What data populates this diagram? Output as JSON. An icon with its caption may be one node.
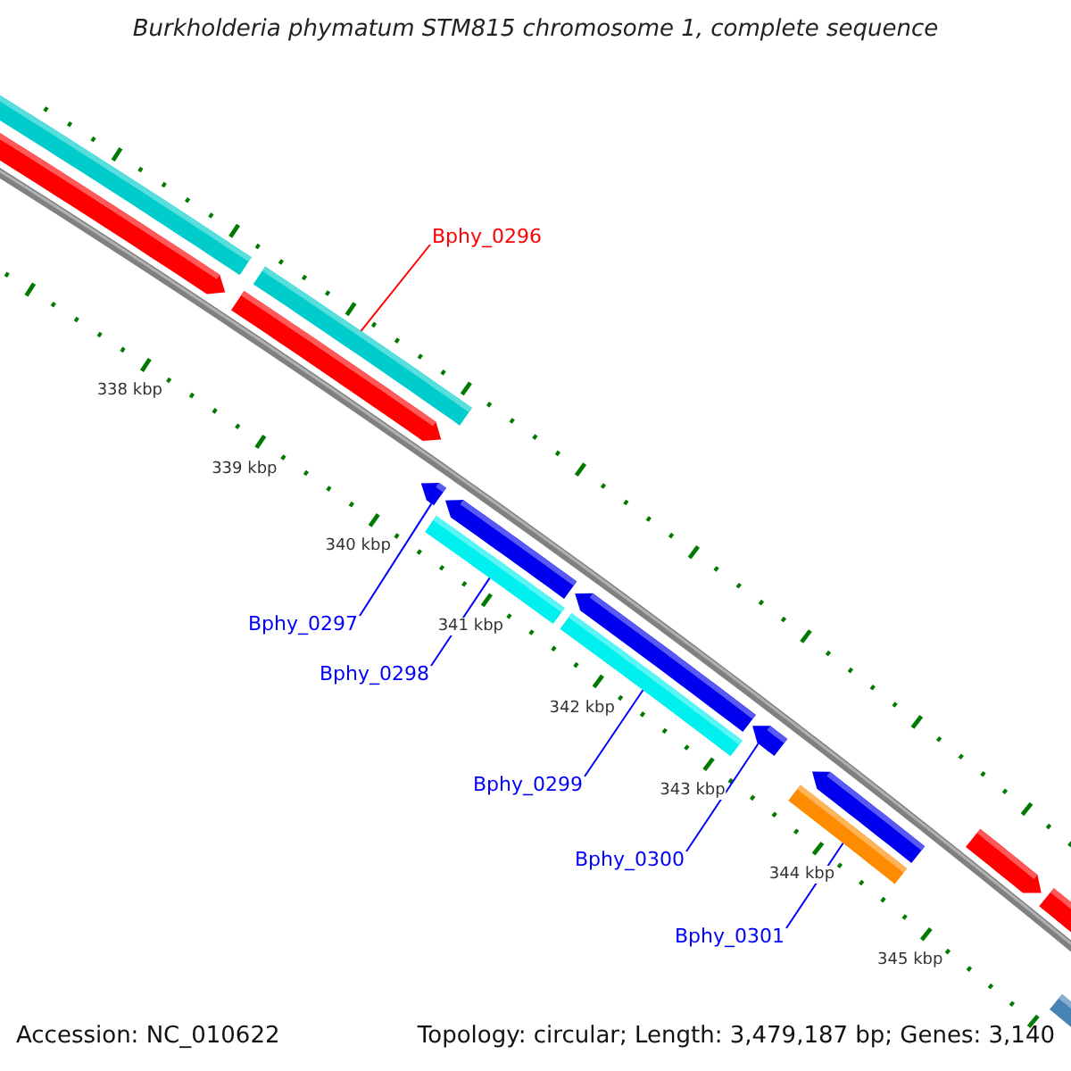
{
  "diagram": {
    "title": "Burkholderia phymatum STM815 chromosome 1, complete sequence",
    "nodes": [
      {
        "text": [],
        "shape": "bar"
      },
      {
        "text": [],
        "shape": "bar"
      },
      {
        "text": [
          "Bphy_0296"
        ]
      },
      {
        "text": [],
        "shape": "bar"
      },
      {
        "text": [],
        "shape": "bar"
      },
      {
        "text": [],
        "shape": "bar"
      },
      {
        "text": [],
        "shape": "bar"
      },
      {
        "text": [],
        "shape": "bar"
      },
      {
        "text": [
          "Bphy_0297"
        ]
      },
      {
        "text": [
          "Bphy_0298"
        ]
      },
      {
        "text": [],
        "shape": "bar"
      },
      {
        "text": [],
        "shape": "bar"
      },
      {
        "text": [],
        "shape": "bar"
      },
      {
        "text": [
          "Bphy_0299"
        ]
      },
      {
        "text": [],
        "shape": "bar"
      },
      {
        "text": [],
        "shape": "bar"
      },
      {
        "text": [
          "Bphy_0300"
        ]
      },
      {
        "text": [],
        "shape": "bar"
      },
      {
        "text": [
          "Bphy_0301"
        ]
      },
      {
        "text": [],
        "shape": "bar"
      },
      {
        "text": [],
        "shape": "bar"
      }
    ],
    "edges": [
      {
        "from": 2,
        "to": 3,
        "arrow": "none",
        "color": "#ff0000"
      },
      {
        "from": 8,
        "to": 5,
        "arrow": "none"
      },
      {
        "from": 9,
        "to": 7,
        "arrow": "none"
      },
      {
        "from": 13,
        "to": 11,
        "arrow": "none"
      },
      {
        "from": 16,
        "to": 12,
        "arrow": "none"
      },
      {
        "from": 18,
        "to": 15,
        "arrow": "none"
      }
    ],
    "labels": [
      "338 kbp",
      "339 kbp",
      "340 kbp",
      "341 kbp",
      "342 kbp",
      "343 kbp",
      "344 kbp",
      "345 kbp",
      "Accession: NC_010622",
      "Topology: circular; Length: 3,479,187 bp; Genes: 3,140"
    ]
  }
}
